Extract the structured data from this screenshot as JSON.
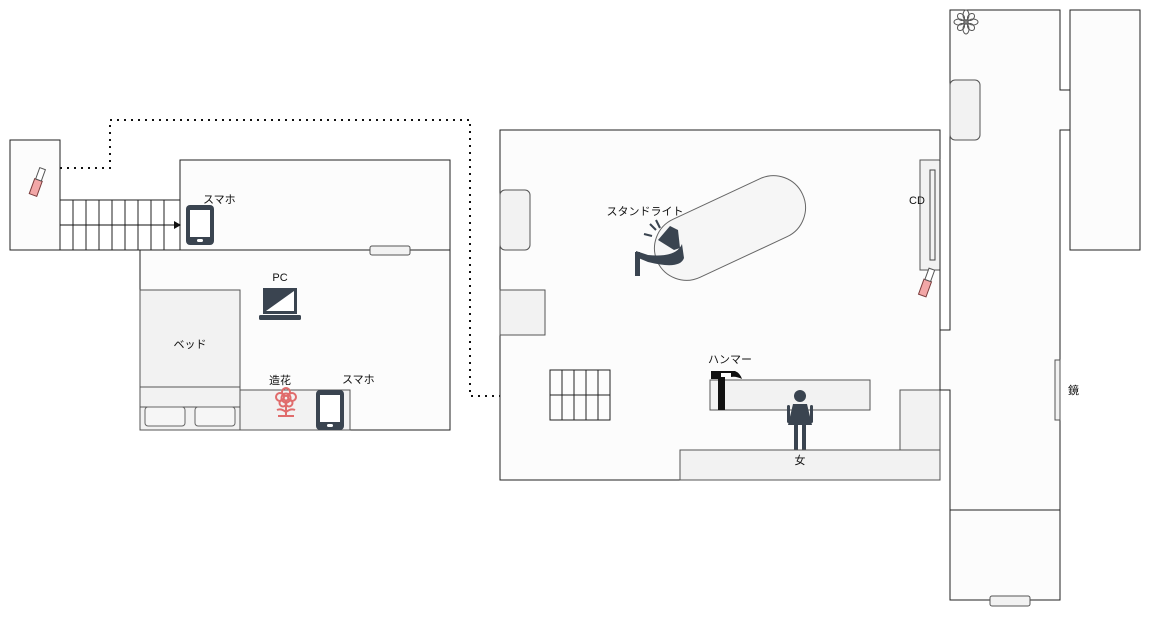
{
  "labels": {
    "phone_top": "スマホ",
    "pc": "PC",
    "bed": "ベッド",
    "flower": "造花",
    "phone_bottom": "スマホ",
    "stand_light": "スタンドライト",
    "cd": "CD",
    "hammer": "ハンマー",
    "woman": "女",
    "mirror": "鏡"
  },
  "colors": {
    "outline": "#222222",
    "furniture": "#f2f2f2",
    "icon_dark": "#3a4450",
    "flower_pink": "#e06c6c",
    "lipstick_pink": "#f2a7a7"
  },
  "icons": [
    "smartphone-icon",
    "laptop-icon",
    "flower-icon",
    "stand-light-icon",
    "hammer-icon",
    "woman-icon",
    "lipstick-icon",
    "lily-icon"
  ]
}
